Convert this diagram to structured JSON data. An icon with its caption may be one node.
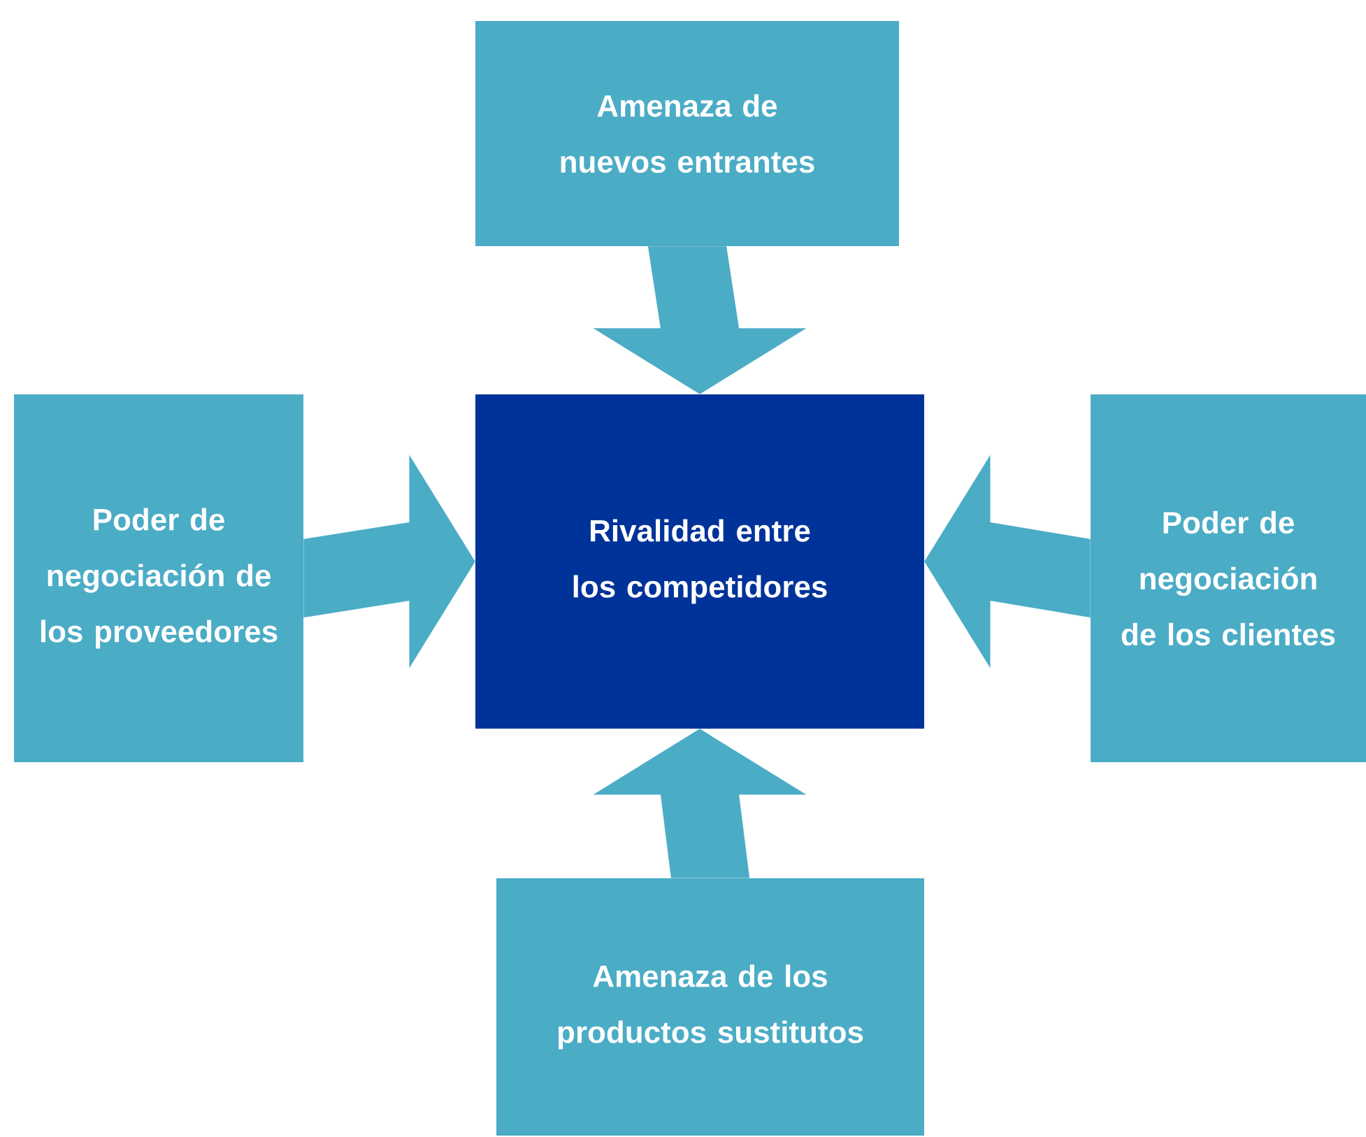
{
  "diagram": {
    "nodes": [
      {
        "text": [
          "Amenaza de nuevos entrantes"
        ]
      },
      {
        "text": [
          "Poder de negociación de los proveedores"
        ]
      },
      {
        "text": [
          "Rivalidad entre los competidores"
        ]
      },
      {
        "text": [
          "Poder de negociación de los clientes"
        ]
      },
      {
        "text": [
          "Amenaza de los productos sustitutos"
        ]
      }
    ],
    "edges": [
      {
        "from": 0,
        "to": 2,
        "arrow": "to"
      },
      {
        "from": 1,
        "to": 2,
        "arrow": "to"
      },
      {
        "from": 3,
        "to": 2,
        "arrow": "to"
      },
      {
        "from": 4,
        "to": 2,
        "arrow": "to"
      }
    ]
  }
}
